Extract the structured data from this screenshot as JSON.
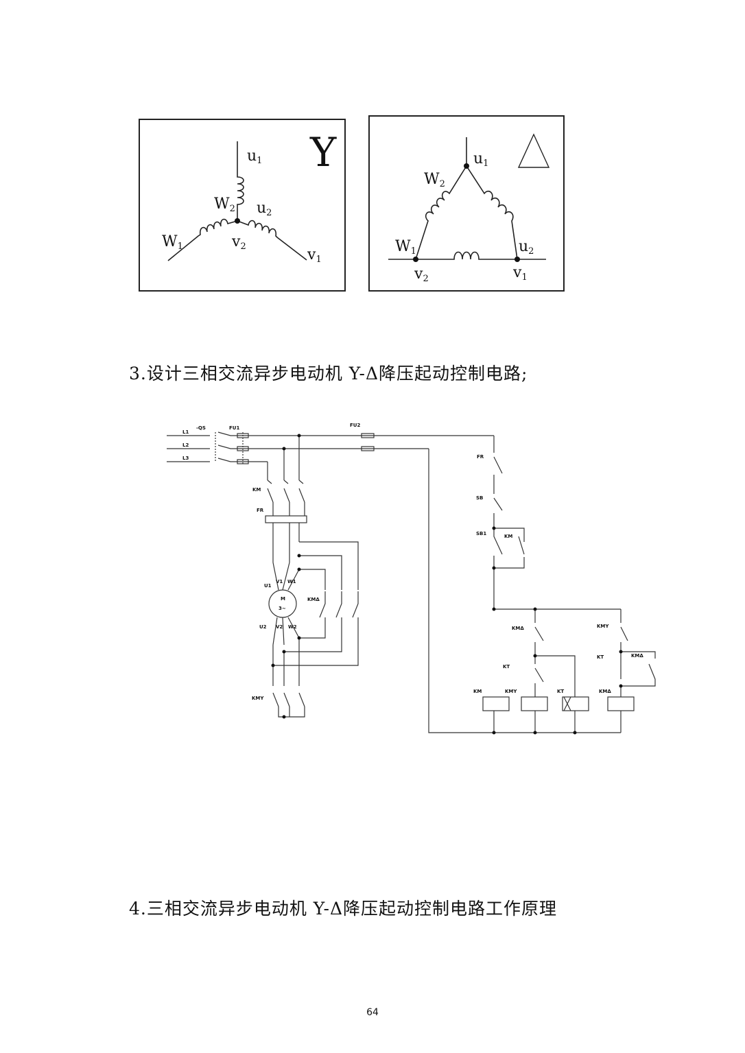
{
  "star_diagram": {
    "type_symbol": "Y",
    "terminals": {
      "u1": {
        "base": "u",
        "sub": "1"
      },
      "u2": {
        "base": "u",
        "sub": "2"
      },
      "v1": {
        "base": "v",
        "sub": "1"
      },
      "v2": {
        "base": "v",
        "sub": "2"
      },
      "w1": {
        "base": "W",
        "sub": "1"
      },
      "w2": {
        "base": "W",
        "sub": "2"
      }
    }
  },
  "delta_diagram": {
    "type_symbol": "△",
    "terminals": {
      "u1": {
        "base": "u",
        "sub": "1"
      },
      "u2": {
        "base": "u",
        "sub": "2"
      },
      "v1": {
        "base": "v",
        "sub": "1"
      },
      "v2": {
        "base": "v",
        "sub": "2"
      },
      "w1": {
        "base": "W",
        "sub": "1"
      },
      "w2": {
        "base": "W",
        "sub": "2"
      }
    }
  },
  "section3_heading": "3.设计三相交流异步电动机 Y-Δ降压起动控制电路;",
  "circuit_labels": {
    "L1": "L1",
    "L2": "L2",
    "L3": "L3",
    "QS": "-QS",
    "FU1": "FU1",
    "FU2": "FU2",
    "KM": "KM",
    "FR": "FR",
    "FR_ctrl": "FR",
    "SB": "SB",
    "SB1": "SB1",
    "KM_hold": "KM",
    "U1": "U1",
    "V1": "V1",
    "W1": "W1",
    "U2": "U2",
    "V2": "V2",
    "W2": "W2",
    "motor_M": "M",
    "motor_phase": "3~",
    "KM_delta_main": "KMΔ",
    "KM_star_main": "KMY",
    "KM_delta_contact": "KMΔ",
    "KT_contact": "KT",
    "KM_star_contact": "KMY",
    "KT_contact2": "KT",
    "KM_delta_hold": "KMΔ",
    "coil_KM": "KM",
    "coil_KMY": "KMY",
    "coil_KT": "KT",
    "coil_KMdelta": "KMΔ"
  },
  "section4_heading": "4.三相交流异步电动机 Y-Δ降压起动控制电路工作原理",
  "page_number": "64"
}
